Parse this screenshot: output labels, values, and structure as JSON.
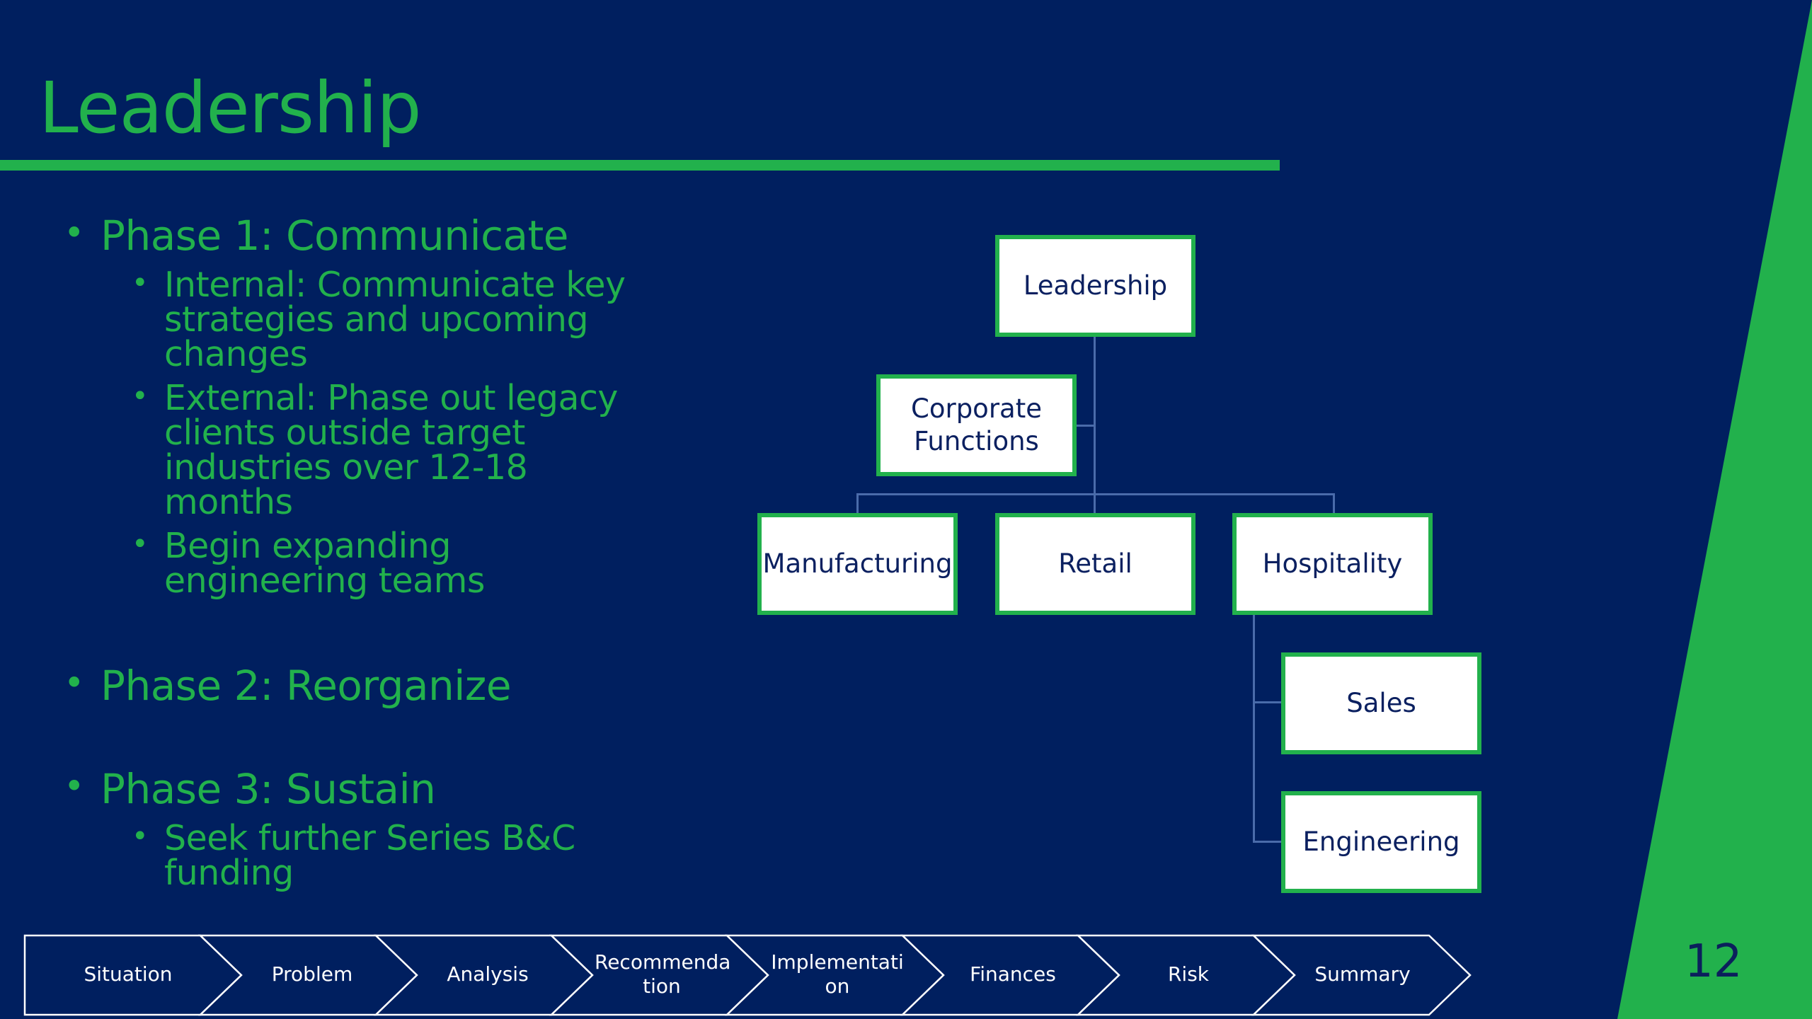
{
  "slide": {
    "title": "Leadership",
    "page_number": "12",
    "colors": {
      "background": "#001F5F",
      "accent": "#22B14C",
      "node_fill": "#FFFFFF",
      "node_text": "#0B2060"
    }
  },
  "bullets": {
    "phase1": {
      "label": "Phase 1: Communicate",
      "items": [
        [
          "Internal: Communicate key",
          "strategies and upcoming",
          "changes"
        ],
        [
          "External: Phase out legacy",
          "clients outside target",
          "industries over 12-18",
          "months"
        ],
        [
          "Begin expanding",
          "engineering teams"
        ]
      ]
    },
    "phase2": {
      "label": "Phase 2: Reorganize"
    },
    "phase3": {
      "label": "Phase 3: Sustain",
      "items": [
        [
          "Seek further Series B&C",
          "funding"
        ]
      ]
    }
  },
  "org_chart": {
    "root": "Leadership",
    "assistant": [
      "Corporate",
      "Functions"
    ],
    "children": [
      "Manufacturing",
      "Retail",
      "Hospitality"
    ],
    "hospitality_children": [
      "Sales",
      "Engineering"
    ]
  },
  "process_bar": {
    "steps": [
      [
        "Situation"
      ],
      [
        "Problem"
      ],
      [
        "Analysis"
      ],
      [
        "Recommenda",
        "tion"
      ],
      [
        "Implementati",
        "on"
      ],
      [
        "Finances"
      ],
      [
        "Risk"
      ],
      [
        "Summary"
      ]
    ]
  }
}
